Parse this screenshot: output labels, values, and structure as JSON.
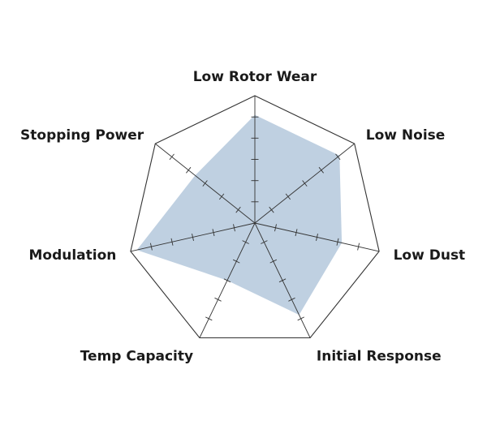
{
  "chart_data": {
    "type": "radar",
    "axes": [
      "Low Rotor Wear",
      "Low Noise",
      "Low Dust",
      "Initial Response",
      "Temp Capacity",
      "Modulation",
      "Stopping Power"
    ],
    "series": [
      {
        "values": [
          8.5,
          8.5,
          7.0,
          8.0,
          5.0,
          9.5,
          6.0
        ]
      }
    ],
    "range": [
      0,
      10
    ],
    "tick_count": 5,
    "grid": "outer-polygon",
    "colors": {
      "fill": "#b4c8dc",
      "line": "#333333"
    }
  }
}
